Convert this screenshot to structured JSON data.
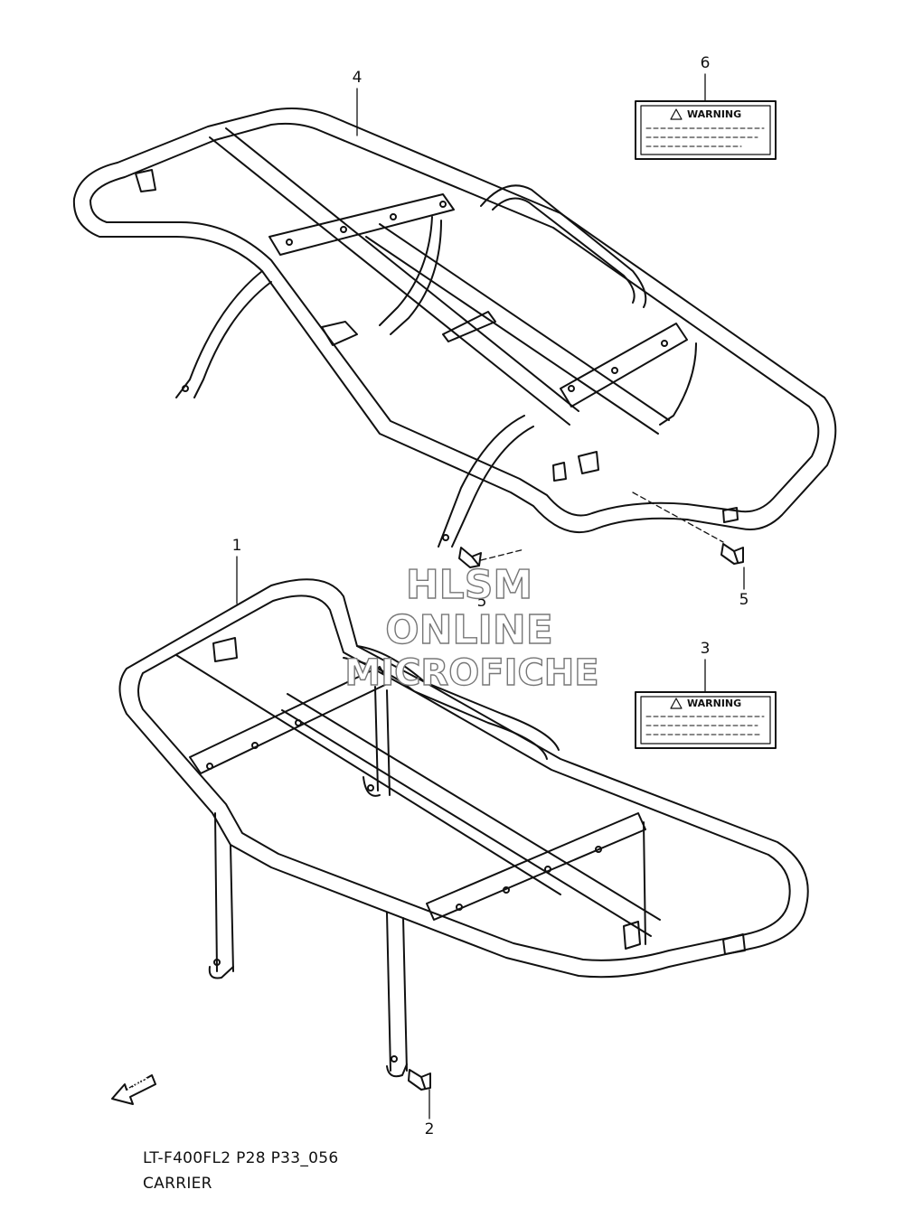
{
  "callouts": {
    "c1": "1",
    "c2": "2",
    "c3": "3",
    "c4": "4",
    "c5a": "5",
    "c5b": "5",
    "c6": "6"
  },
  "labels": {
    "upper_title": "WARNING",
    "lower_title": "WARNING"
  },
  "fwd": "FWD",
  "footer": {
    "model_code": "LT-F400FL2 P28 P33_056",
    "section": "CARRIER"
  },
  "watermark": {
    "line1": "HLSM",
    "line2": "ONLINE",
    "line3": "MICROFICHE"
  },
  "colors": {
    "ink": "#111111",
    "watermark_stroke": "#777777"
  }
}
